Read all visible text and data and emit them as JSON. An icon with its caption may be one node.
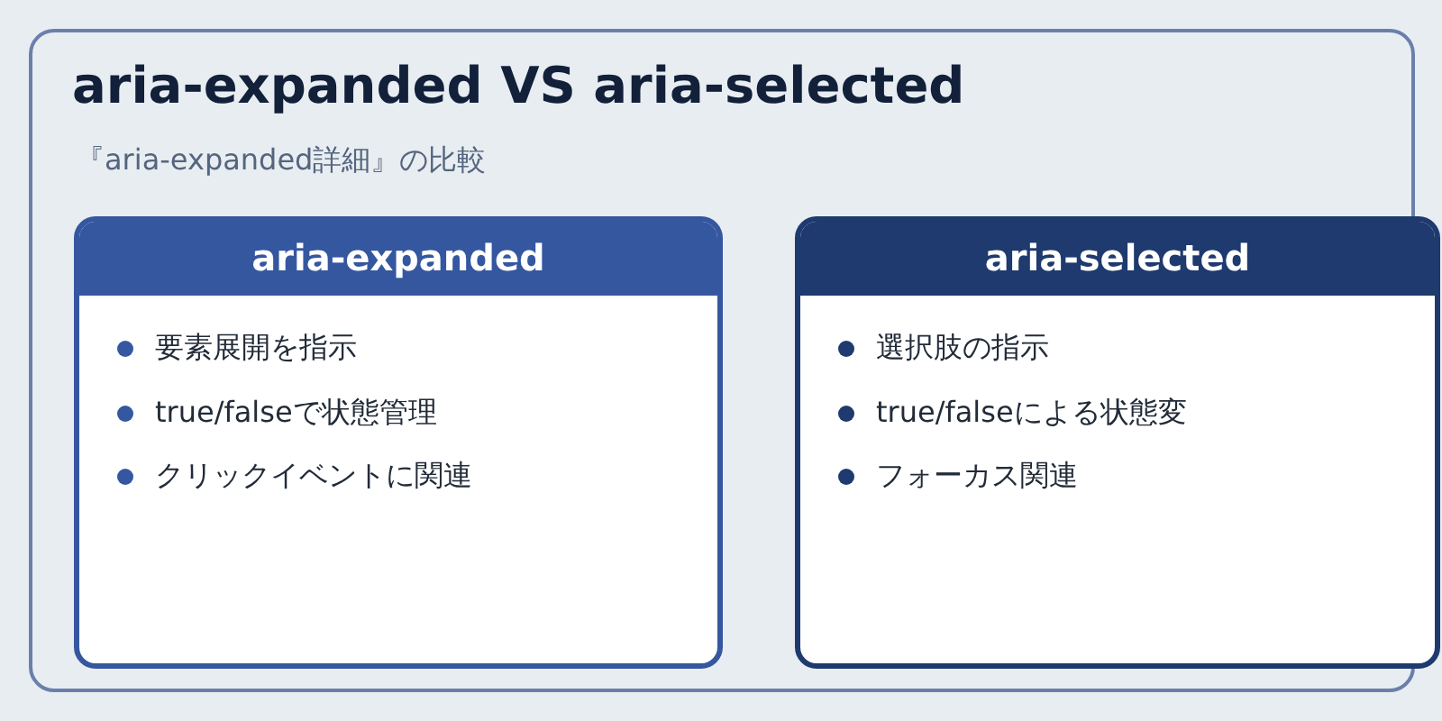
{
  "diagram": {
    "nodes": [
      {
        "text": [
          "aria-expanded VS aria-selected",
          "『aria-expanded詳細』の比較"
        ]
      },
      {
        "text": [
          "aria-expanded",
          "要素展開を指示",
          "true/falseで状態管理",
          "クリックイベントに関連"
        ],
        "in": 0
      },
      {
        "text": [
          "aria-selected",
          "選択肢の指示",
          "true/falseによる状態変",
          "フォーカス関連"
        ],
        "in": 0
      }
    ]
  }
}
